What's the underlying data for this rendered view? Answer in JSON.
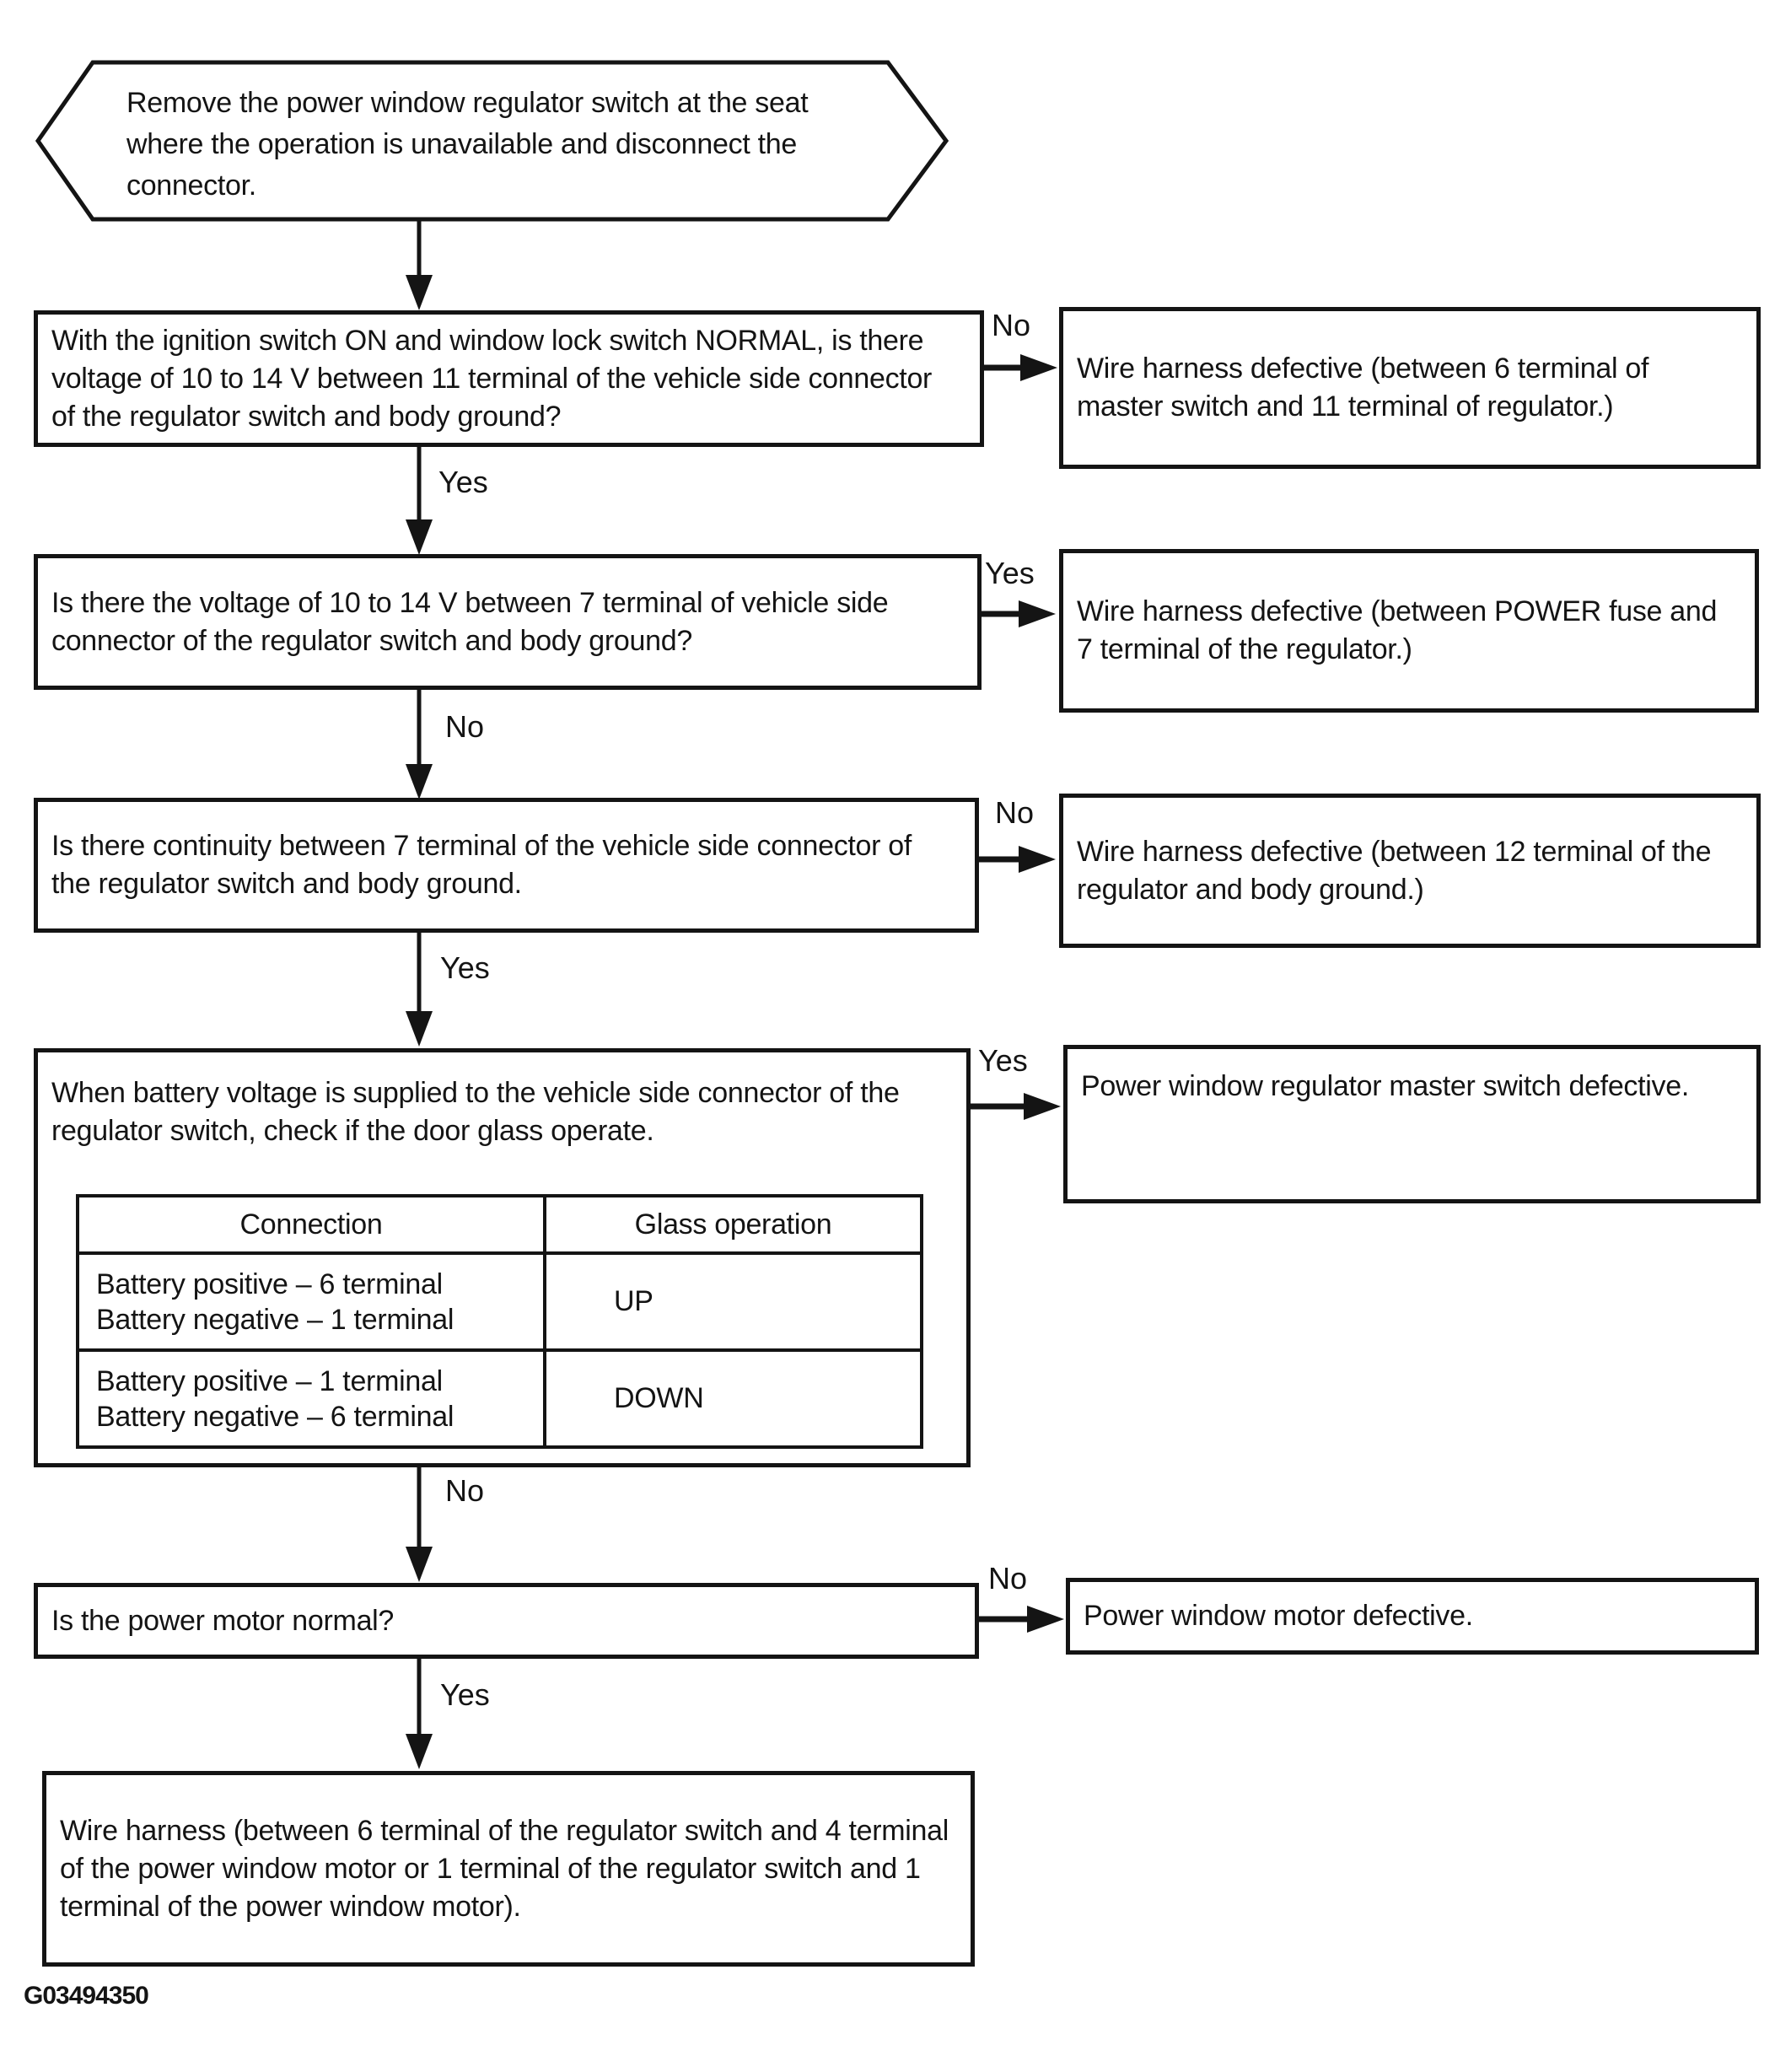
{
  "colors": {
    "ink": "#141414",
    "paper": "#ffffff"
  },
  "figure": {
    "code": "G03494350"
  },
  "start": {
    "text": "Remove the power window regulator switch at the seat where the operation is unavailable and disconnect the connector."
  },
  "steps": [
    {
      "question": "With the ignition switch ON and window lock switch NORMAL, is there voltage of 10 to 14 V between 11 terminal of the vehicle side connector of the regulator switch and body ground?",
      "branch_label": "No",
      "branch_result": "Wire harness defective (between 6 terminal of master switch and 11 terminal of regulator.)",
      "continue_label": "Yes"
    },
    {
      "question": "Is there the voltage of 10 to 14 V between 7 terminal of vehicle side connector of the regulator switch and body ground?",
      "branch_label": "Yes",
      "branch_result": "Wire harness defective (between POWER fuse and 7 terminal of the regulator.)",
      "continue_label": "No"
    },
    {
      "question": "Is there continuity between 7 terminal of the vehicle side connector of the regulator switch and body ground.",
      "branch_label": "No",
      "branch_result": "Wire harness defective (between 12 terminal of the regulator and body ground.)",
      "continue_label": "Yes"
    },
    {
      "question": "When battery voltage is supplied to the vehicle side connector of the regulator switch, check if the door glass operate.",
      "branch_label": "Yes",
      "branch_result": "Power window regulator master switch defective.",
      "continue_label": "No",
      "table": {
        "headers": [
          "Connection",
          "Glass operation"
        ],
        "rows": [
          {
            "connection_lines": [
              "Battery positive – 6 terminal",
              "Battery negative – 1 terminal"
            ],
            "glass_operation": "UP"
          },
          {
            "connection_lines": [
              "Battery positive – 1 terminal",
              "Battery negative – 6 terminal"
            ],
            "glass_operation": "DOWN"
          }
        ]
      }
    },
    {
      "question": "Is the power motor normal?",
      "branch_label": "No",
      "branch_result": "Power window motor defective.",
      "continue_label": "Yes"
    }
  ],
  "end": {
    "text": "Wire harness (between 6 terminal of the regulator switch and 4 terminal of the power window motor or 1 terminal of the regulator switch and 1 terminal of the power window motor)."
  }
}
